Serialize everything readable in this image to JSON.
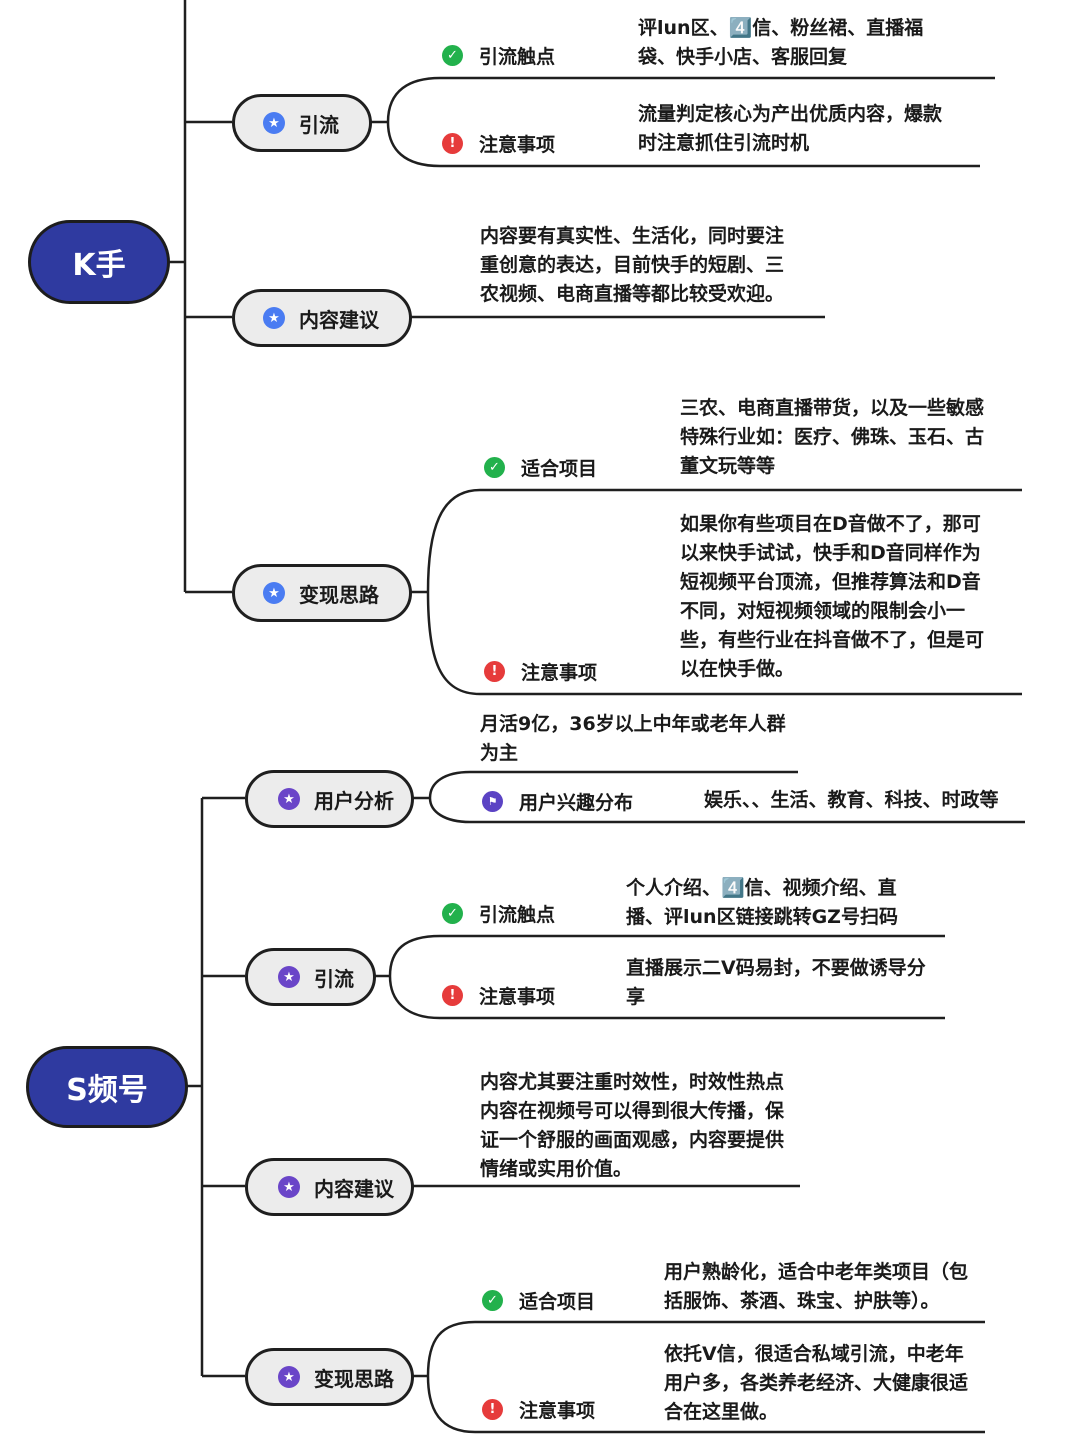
{
  "ks": {
    "root": "K手",
    "yinliu": {
      "label": "引流",
      "touch_label": "引流触点",
      "touch_text_1": "评lun区、4️⃣信、粉丝裙、直播福",
      "touch_text_2": "袋、快手小店、客服回复",
      "note_label": "注意事项",
      "note_text_1": "流量判定核心为产出优质内容，爆款",
      "note_text_2": "时注意抓住引流时机"
    },
    "content": {
      "label": "内容建议",
      "text_1": "内容要有真实性、生活化，同时要注",
      "text_2": "重创意的表达，目前快手的短剧、三",
      "text_3": "农视频、电商直播等都比较受欢迎。"
    },
    "monetize": {
      "label": "变现思路",
      "fit_label": "适合项目",
      "fit_text_1": "三农、电商直播带货，以及一些敏感",
      "fit_text_2": "特殊行业如：医疗、佛珠、玉石、古",
      "fit_text_3": "董文玩等等",
      "note_label": "注意事项",
      "note_text_1": "如果你有些项目在D音做不了，那可",
      "note_text_2": "以来快手试试，快手和D音同样作为",
      "note_text_3": "短视频平台顶流，但推荐算法和D音",
      "note_text_4": "不同，对短视频领域的限制会小一",
      "note_text_5": "些，有些行业在抖音做不了，但是可",
      "note_text_6": "以在快手做。"
    }
  },
  "sp": {
    "root": "S频号",
    "user": {
      "label": "用户分析",
      "text_1": "月活9亿，36岁以上中年或老年人群",
      "text_2": "为主",
      "interest_label": "用户兴趣分布",
      "interest_text": "娱乐、、生活、教育、科技、时政等"
    },
    "yinliu": {
      "label": "引流",
      "touch_label": "引流触点",
      "touch_text_1": "个人介绍、4️⃣信、视频介绍、直",
      "touch_text_2": "播、评lun区链接跳转GZ号扫码",
      "note_label": "注意事项",
      "note_text_1": "直播展示二V码易封，不要做诱导分",
      "note_text_2": "享"
    },
    "content": {
      "label": "内容建议",
      "text_1": "内容尤其要注重时效性，时效性热点",
      "text_2": "内容在视频号可以得到很大传播，保",
      "text_3": "证一个舒服的画面观感，内容要提供",
      "text_4": "情绪或实用价值。"
    },
    "monetize": {
      "label": "变现思路",
      "fit_label": "适合项目",
      "fit_text_1": "用户熟龄化，适合中老年类项目（包",
      "fit_text_2": "括服饰、茶酒、珠宝、护肤等）。",
      "note_label": "注意事项",
      "note_text_1": "依托V信，很适合私域引流，中老年",
      "note_text_2": "用户多，各类养老经济、大健康很适",
      "note_text_3": "合在这里做。"
    }
  },
  "colors": {
    "root": "#2f3aa0",
    "pill": "#ececec",
    "ok": "#22b14c",
    "warn": "#e63b3b",
    "star_blue": "#4a7cf2",
    "star_purple": "#6a45c8"
  },
  "icons": {
    "star": "star-icon",
    "ok": "check-icon",
    "warn": "exclamation-icon",
    "flag": "flag-icon"
  }
}
